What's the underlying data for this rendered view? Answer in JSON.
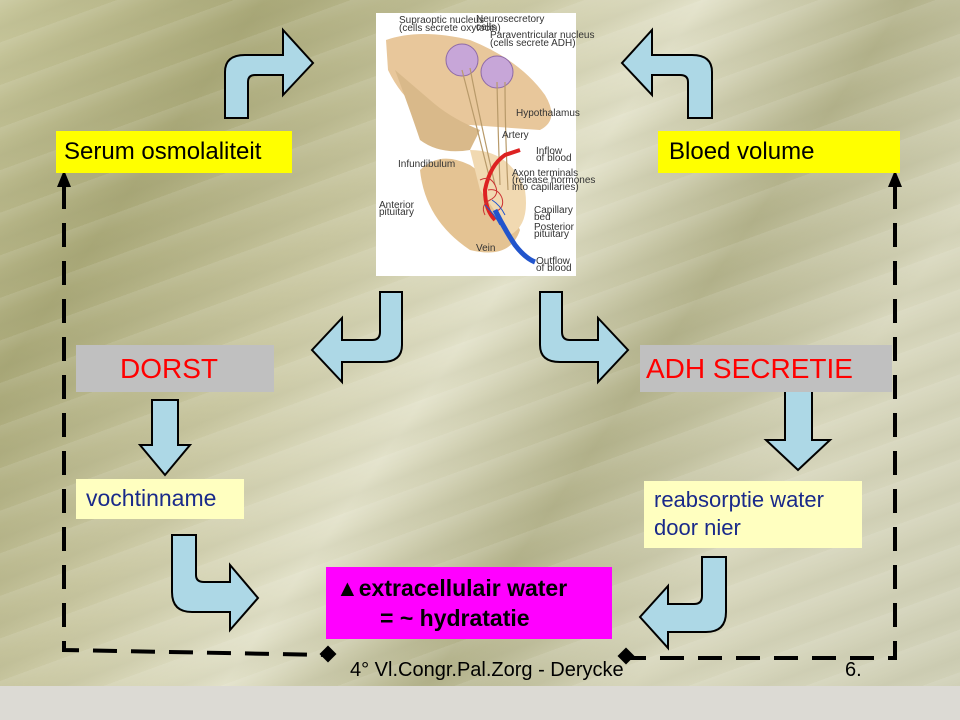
{
  "boxes": {
    "serum": "Serum osmolaliteit",
    "bloed": "Bloed volume",
    "dorst": "DORST",
    "adh": "ADH SECRETIE",
    "vocht": "vochtinname",
    "reab_line1": "reabsorptie water",
    "reab_line2": "door nier",
    "extra_line1": "▲extracellulair water",
    "extra_line2": "= ~ hydratatie"
  },
  "illustration": {
    "labels": {
      "supraoptic": "Supraoptic nucleus",
      "supraoptic_sub": "(cells secrete oxytocin)",
      "neurosecretory": "Neurosecretory",
      "neurosecretory_sub": "cells",
      "paraventricular": "Paraventricular nucleus",
      "paraventricular_sub": "(cells secrete ADH)",
      "hypothalamus": "Hypothalamus",
      "artery": "Artery",
      "infundibulum": "Infundibulum",
      "inflow": "Inflow",
      "inflow_sub": "of blood",
      "axon": "Axon terminals",
      "axon_sub": "(release hormones",
      "axon_sub2": "into capillaries)",
      "anterior": "Anterior",
      "anterior_sub": "pituitary",
      "capillary": "Capillary",
      "capillary_sub": "bed",
      "posterior": "Posterior",
      "posterior_sub": "pituitary",
      "vein": "Vein",
      "outflow": "Outflow",
      "outflow_sub": "of blood"
    }
  },
  "footer": {
    "text": "4° Vl.Congr.Pal.Zorg - Derycke",
    "page": "6."
  },
  "colors": {
    "yellow": "#ffff00",
    "pale_yellow": "#ffffc0",
    "grey": "#c0c0c0",
    "magenta": "#ff00ff",
    "red_text": "#ff0000",
    "arrow_fill": "#add8e6"
  }
}
